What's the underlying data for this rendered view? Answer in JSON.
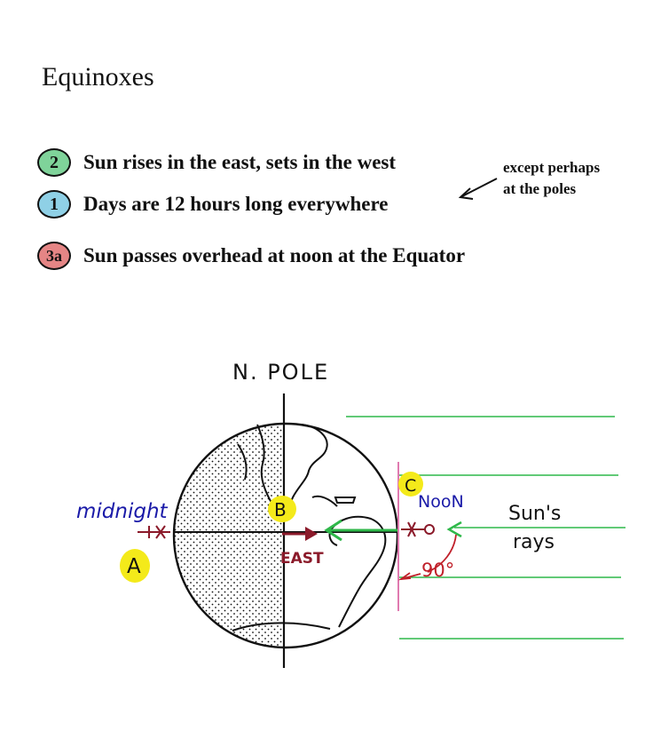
{
  "title": "Equinoxes",
  "items": [
    {
      "badge": "2",
      "badge_color": "#7fd39a",
      "text": "Sun rises in the east, sets in the west"
    },
    {
      "badge": "1",
      "badge_color": "#8fd0e6",
      "text": "Days are 12 hours long everywhere"
    },
    {
      "badge": "3a",
      "badge_color": "#e58585",
      "text": "Sun passes overhead at noon at the Equator"
    }
  ],
  "note": {
    "line1": "except perhaps",
    "line2": "at the poles"
  },
  "diagram": {
    "n_pole": "N. POLE",
    "midnight": "midnight",
    "noon": "NooN",
    "east": "EAST",
    "suns_rays_line1": "Sun's",
    "suns_rays_line2": "rays",
    "angle": "90°",
    "marker_a": "A",
    "marker_b": "B",
    "marker_c": "C"
  },
  "colors": {
    "rays": "#2fb84a",
    "midnight": "#1a1aa8",
    "east": "#8b1a2a",
    "angle": "#c0202a",
    "highlight": "#f4ea1a",
    "pink_line": "#e07ab0"
  }
}
